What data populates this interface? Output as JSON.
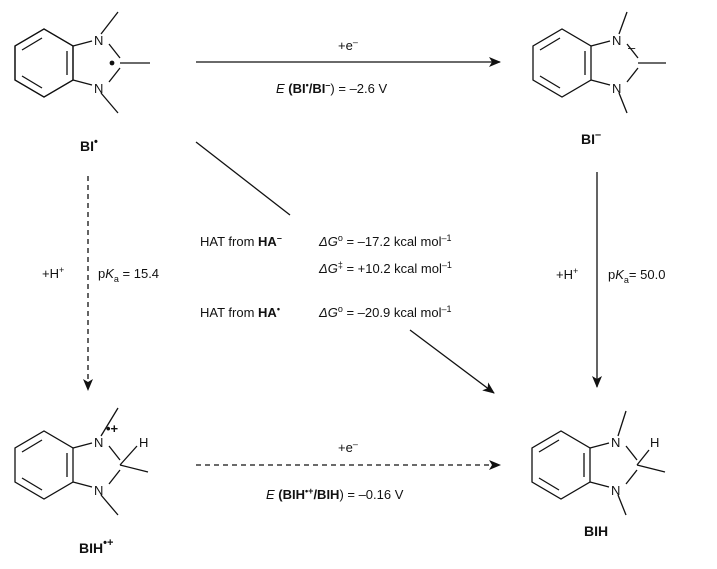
{
  "structures": {
    "bi_radical": {
      "name_main": "BI",
      "name_sup": "•",
      "atom_n_top": "N",
      "atom_n_bottom": "N"
    },
    "bi_anion": {
      "name_main": "BI",
      "name_sup": "–",
      "atom_n_top": "N",
      "atom_n_bottom": "N",
      "charge": "–"
    },
    "bih_radical_cation": {
      "name_main": "BIH",
      "name_sup": "•+",
      "atom_n_top": "N",
      "atom_n_bottom": "N",
      "charge": "•+",
      "atom_h": "H"
    },
    "bih": {
      "name": "BIH",
      "atom_n_top": "N",
      "atom_n_bottom": "N",
      "atom_h": "H"
    }
  },
  "arrows": {
    "top": {
      "reagent_main": "+e",
      "reagent_sup": "–",
      "potential_prefix": "E",
      "potential_body_1": " (BI",
      "potential_sup_1": "•",
      "potential_body_2": "/BI",
      "potential_sup_2": "–",
      "potential_value": ") = –2.6 V"
    },
    "left": {
      "reagent_main": "+H",
      "reagent_sup": "+",
      "pka_p": "p",
      "pka_k": "K",
      "pka_sub": "a",
      "pka_value": " = 15.4"
    },
    "right": {
      "reagent_main": "+H",
      "reagent_sup": "+",
      "pka_p": "p",
      "pka_k": "K",
      "pka_sub": "a",
      "pka_value": "= 50.0"
    },
    "bottom": {
      "reagent_main": "+e",
      "reagent_sup": "–",
      "potential_prefix": "E",
      "potential_body_1": " (BIH",
      "potential_sup_1": "•+",
      "potential_body_2": "/BIH",
      "potential_value": ") = –0.16 V"
    },
    "diagonal": {
      "hat1_prefix": "HAT from ",
      "hat1_species": "HA",
      "hat1_sup": "–",
      "hat1_dg_label": "ΔG",
      "hat1_dg_sup": "o",
      "hat1_dg_value": " = –17.2 kcal mol",
      "hat1_dg_unit_sup": "–1",
      "hat1_dgts_label": "ΔG",
      "hat1_dgts_sup": "‡",
      "hat1_dgts_value": " = +10.2 kcal mol",
      "hat1_dgts_unit_sup": "–1",
      "hat2_prefix": "HAT from ",
      "hat2_species": "HA",
      "hat2_sup": "•",
      "hat2_dg_label": "ΔG",
      "hat2_dg_sup": "o",
      "hat2_dg_value": " = –20.9 kcal mol",
      "hat2_dg_unit_sup": "–1"
    }
  }
}
